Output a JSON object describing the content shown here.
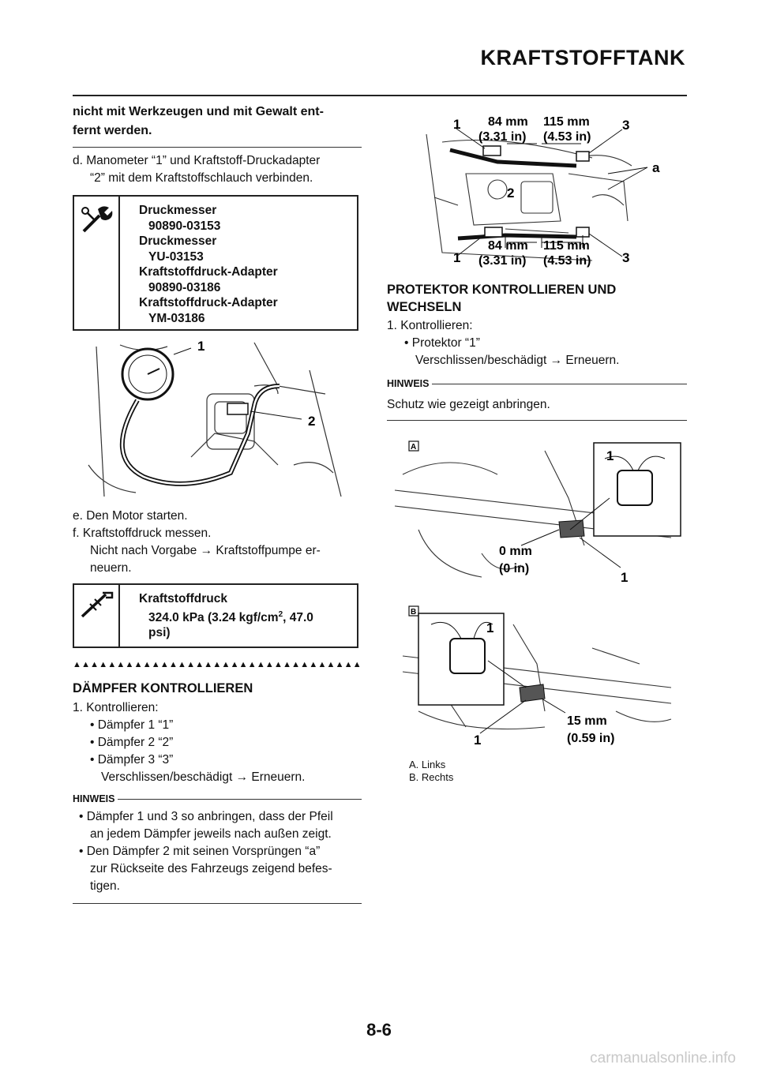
{
  "header": {
    "title": "KRAFTSTOFFTANK"
  },
  "left": {
    "lead_line1": "nicht mit Werkzeugen und mit Gewalt ent-",
    "lead_line2": "fernt werden.",
    "step_d_line1": "d. Manometer “1” und Kraftstoff-Druckadapter",
    "step_d_line2": "“2” mit dem Kraftstoffschlauch verbinden.",
    "tools_box": {
      "icon": "tool-wrench-icon",
      "lines": [
        {
          "label": "Druckmesser",
          "value": "90890-03153"
        },
        {
          "label": "Druckmesser",
          "value": "YU-03153"
        },
        {
          "label": "Kraftstoffdruck-Adapter",
          "value": "90890-03186"
        },
        {
          "label": "Kraftstoffdruck-Adapter",
          "value": "YM-03186"
        }
      ]
    },
    "figure1_callouts": [
      "1",
      "2"
    ],
    "step_e": "e. Den Motor starten.",
    "step_f": "f. Kraftstoffdruck messen.",
    "step_f_sub1": "Nicht nach Vorgabe → Kraftstoffpumpe er-",
    "step_f_sub2": "neuern.",
    "spec_box": {
      "icon": "caliper-icon",
      "label": "Kraftstoffdruck",
      "value_a": "324.0 kPa (3.24 kgf/cm",
      "value_sup": "2",
      "value_b": ", 47.0",
      "value_c": "psi)"
    },
    "triangles": "▲▲▲▲▲▲▲▲▲▲▲▲▲▲▲▲▲▲▲▲▲▲▲▲▲▲▲▲▲▲▲▲▲▲▲",
    "section_title": "DÄMPFER KONTROLLIEREN",
    "check_label": "1. Kontrollieren:",
    "items": [
      "• Dämpfer 1 “1”",
      "• Dämpfer 2 “2”",
      "• Dämpfer 3 “3”"
    ],
    "items_result": "Verschlissen/beschädigt → Erneuern.",
    "hinweis": "HINWEIS",
    "notes": [
      {
        "l1": "• Dämpfer 1 und 3 so anbringen, dass der Pfeil",
        "l2": "an jedem Dämpfer jeweils nach außen zeigt."
      },
      {
        "l1": "• Den Dämpfer 2 mit seinen Vorsprüngen “a”",
        "l2": "zur Rückseite des Fahrzeugs zeigend befes-",
        "l3": "tigen."
      }
    ]
  },
  "right": {
    "fig_top": {
      "dim_top_a": "84 mm",
      "dim_top_a_in": "(3.31 in)",
      "dim_top_b": "115 mm",
      "dim_top_b_in": "(4.53 in)",
      "dim_bot_a": "84 mm",
      "dim_bot_a_in": "(3.31 in)",
      "dim_bot_b": "115 mm",
      "dim_bot_b_in": "(4.53 in)",
      "callouts": {
        "c1": "1",
        "c2": "2",
        "c3": "3",
        "ca": "a"
      }
    },
    "section_title_l1": "PROTEKTOR KONTROLLIEREN UND",
    "section_title_l2": "WECHSELN",
    "check_label": "1. Kontrollieren:",
    "item": "• Protektor “1”",
    "item_result": "Verschlissen/beschädigt → Erneuern.",
    "hinweis": "HINWEIS",
    "note": "Schutz wie gezeigt anbringen.",
    "fig_bottom": {
      "label_a": "A",
      "label_b": "B",
      "dim_a": "0 mm",
      "dim_a_in": "(0 in)",
      "dim_b": "15 mm",
      "dim_b_in": "(0.59 in)",
      "callout": "1"
    },
    "captions": [
      "A. Links",
      "B. Rechts"
    ]
  },
  "footer": {
    "page": "8-6",
    "watermark": "carmanualsonline.info"
  }
}
